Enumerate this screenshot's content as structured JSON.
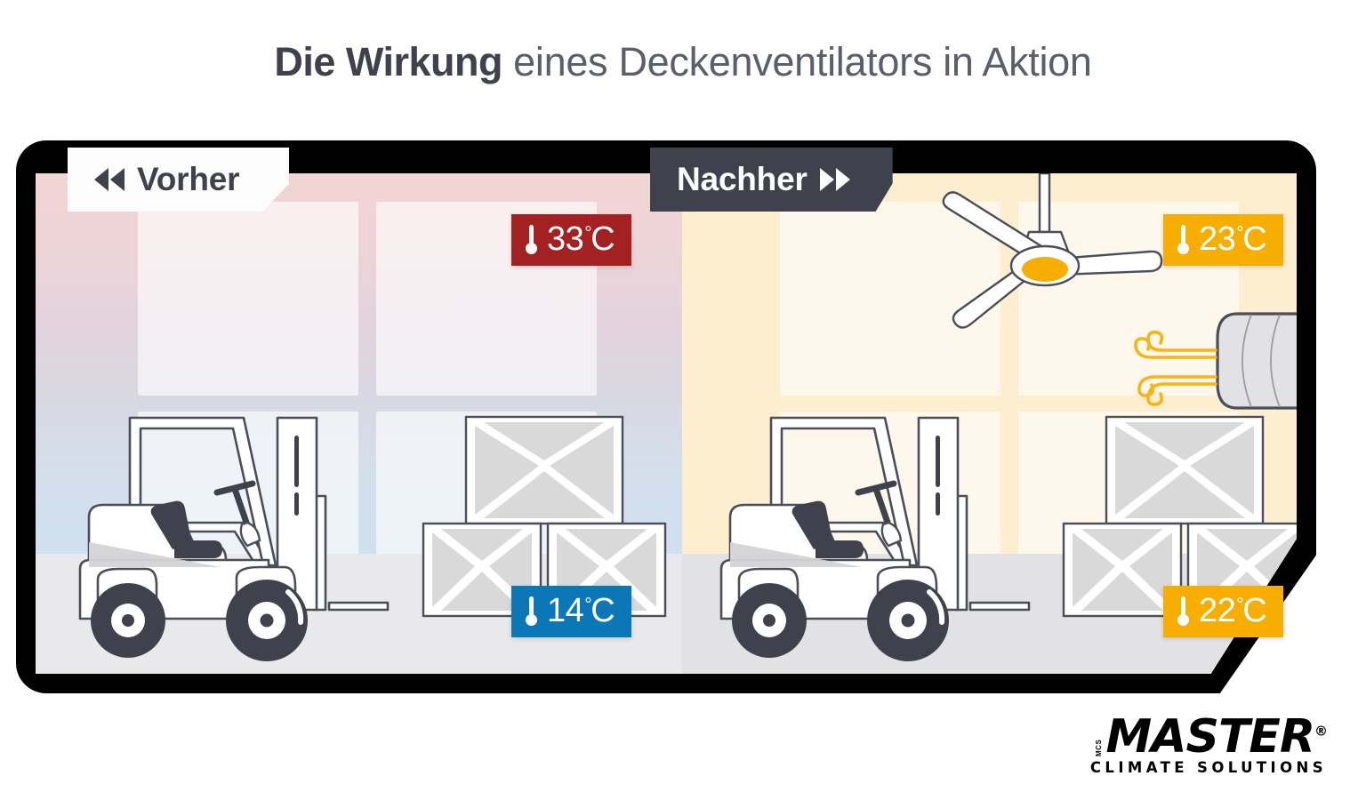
{
  "title": {
    "bold_part": "Die Wirkung",
    "rest_part": " eines Deckenventilators in Aktion"
  },
  "panels": {
    "before": {
      "label": "Vorher",
      "arrow_icon": "double-arrow-left-icon",
      "temperature_top": {
        "value": "33",
        "degree": "°",
        "unit": "C",
        "color": "#a32121",
        "icon": "thermometer-icon"
      },
      "temperature_bottom": {
        "value": "14",
        "degree": "°",
        "unit": "C",
        "color": "#0b77b7",
        "icon": "thermometer-icon"
      },
      "scene_items": [
        "forklift",
        "crate-stack",
        "window-grid"
      ]
    },
    "after": {
      "label": "Nachher",
      "arrow_icon": "double-arrow-right-icon",
      "temperature_top": {
        "value": "23",
        "degree": "°",
        "unit": "C",
        "color": "#f7ae00",
        "icon": "thermometer-icon"
      },
      "temperature_bottom": {
        "value": "22",
        "degree": "°",
        "unit": "C",
        "color": "#f7ae00",
        "icon": "thermometer-icon"
      },
      "scene_items": [
        "ceiling-fan",
        "air-duct",
        "airflow-swirls",
        "forklift",
        "crate-stack",
        "window-grid"
      ]
    }
  },
  "logo": {
    "tiny_text": "MCS",
    "brand": "MASTER",
    "registered": "®",
    "tagline": "CLIMATE SOLUTIONS"
  },
  "colors": {
    "hot_red": "#a32121",
    "cold_blue": "#0b77b7",
    "amber": "#f7ae00",
    "dark_slate": "#3f424d",
    "warm_bg": "#fdeed0",
    "frame_black": "#000000"
  }
}
